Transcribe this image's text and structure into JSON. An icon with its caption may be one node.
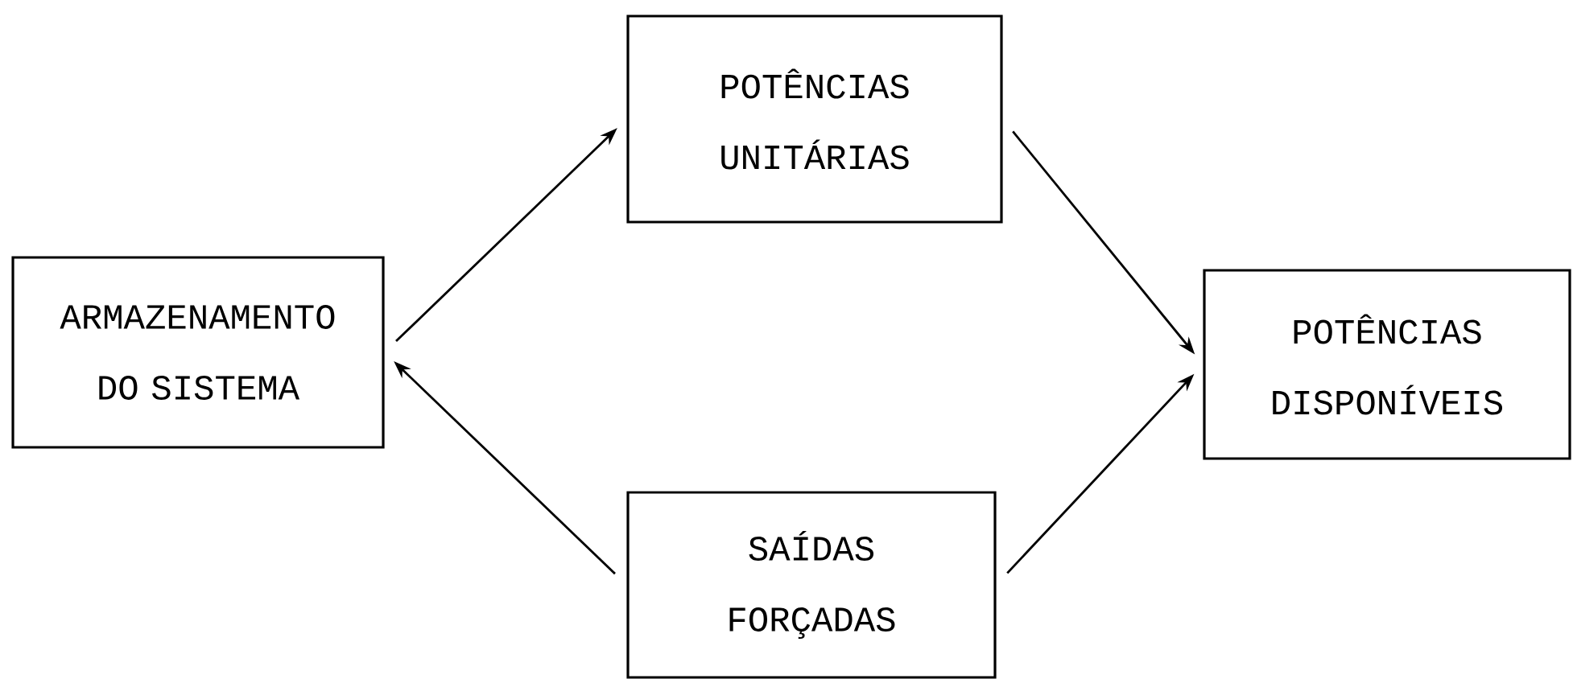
{
  "diagram": {
    "nodes": [
      {
        "text": [
          "ARMAZENAMENTO DO SISTEMA"
        ]
      },
      {
        "text": [
          "POTÊNCIAS UNITÁRIAS"
        ]
      },
      {
        "text": [
          "POTÊNCIAS DISPONÍVEIS"
        ]
      },
      {
        "text": [
          "SAÍDAS FORÇADAS"
        ]
      }
    ],
    "edges": [
      {
        "from": 0,
        "to": 1,
        "arrow": "to"
      },
      {
        "from": 1,
        "to": 2,
        "arrow": "to"
      },
      {
        "from": 3,
        "to": 0,
        "arrow": "to"
      },
      {
        "from": 3,
        "to": 2,
        "arrow": "to"
      }
    ]
  }
}
